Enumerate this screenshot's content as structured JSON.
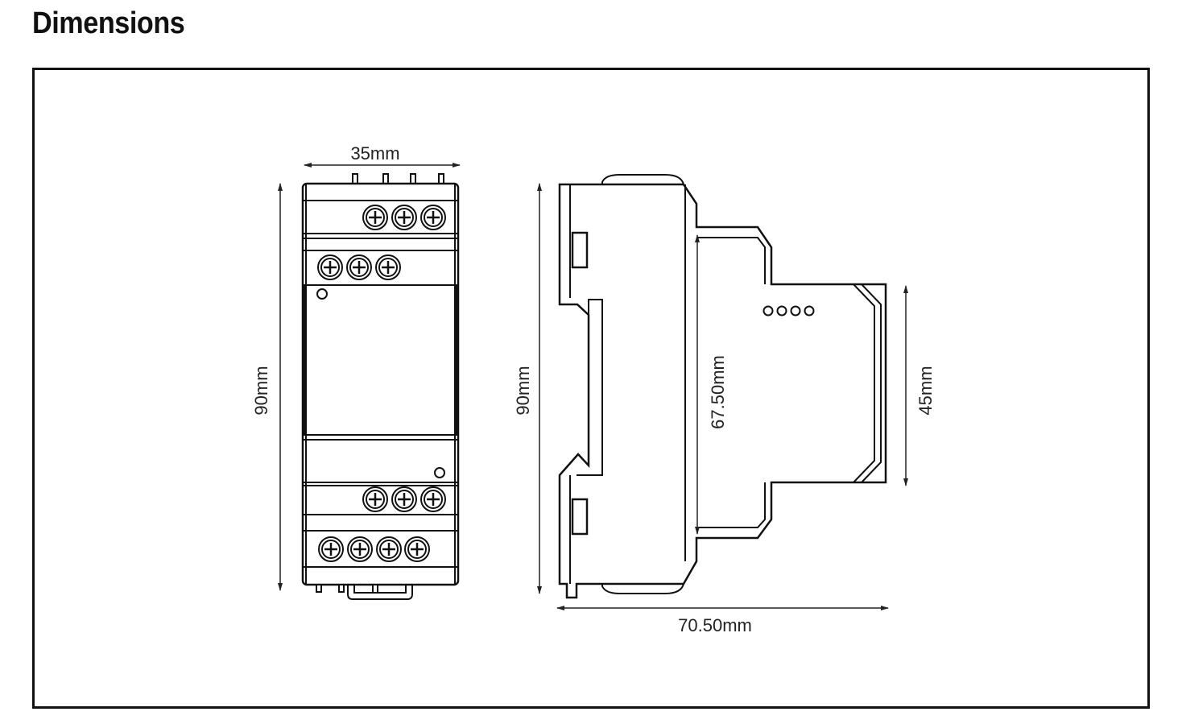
{
  "title": "Dimensions",
  "dimensions": {
    "front_width": "35mm",
    "front_height": "90mm",
    "side_height": "90mm",
    "side_inner_height": "67.50mm",
    "side_front_height": "45mm",
    "side_depth": "70.50mm"
  },
  "colors": {
    "line": "#111111",
    "text": "#222222",
    "background": "#ffffff"
  }
}
